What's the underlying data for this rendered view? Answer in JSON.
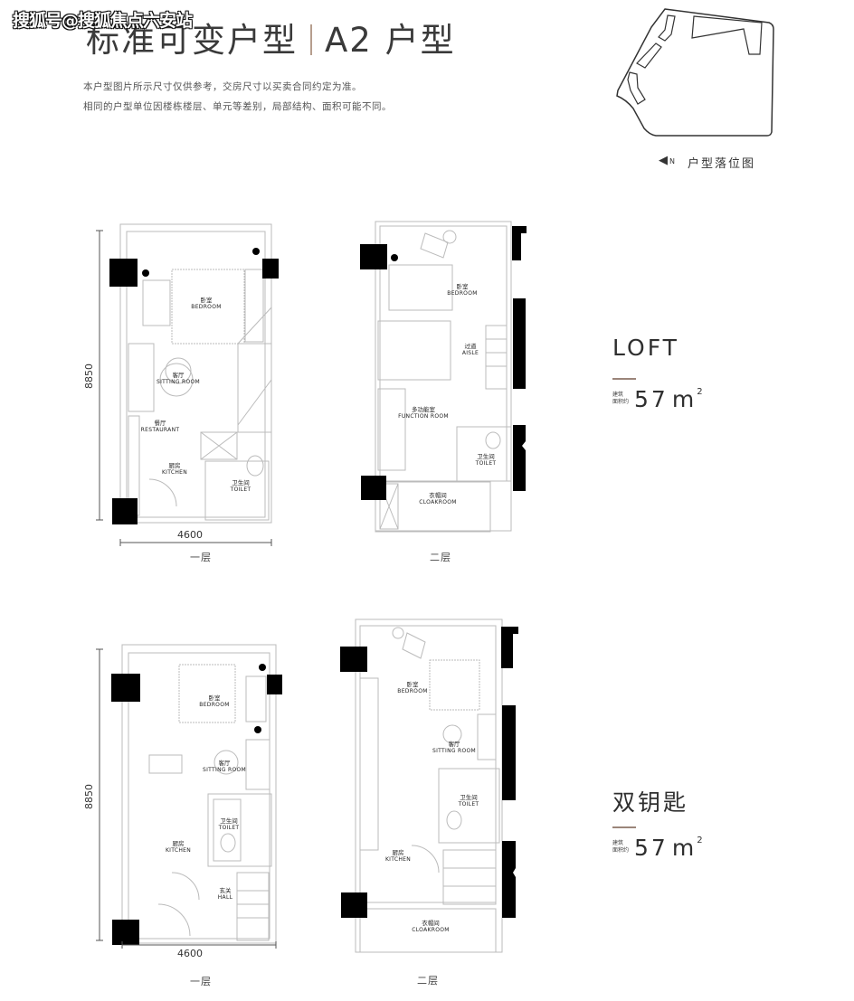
{
  "watermark": "搜狐号@搜狐焦点六安站",
  "header": {
    "title_left": "标准可变户型",
    "title_right": "A2 户型",
    "notes": [
      "本户型图片所示尺寸仅供参考，交房尺寸以买卖合同约定为准。",
      "相同的户型单位因楼栋楼层、单元等差别，局部结构、面积可能不同。"
    ]
  },
  "site_plan": {
    "north_label": "N",
    "caption": "户型落位图",
    "icon": "north-arrow-icon"
  },
  "layouts": [
    {
      "name": "LOFT",
      "area_label": [
        "建筑",
        "面积约"
      ],
      "area_value": "57",
      "area_unit": "m",
      "area_sup": "2",
      "floors": [
        {
          "label": "一层",
          "width_dim": "4600",
          "depth_dim": "8850",
          "rooms": [
            {
              "zh": "卧室",
              "en": "BEDROOM"
            },
            {
              "zh": "客厅",
              "en": "SITTING ROOM"
            },
            {
              "zh": "餐厅",
              "en": "RESTAURANT"
            },
            {
              "zh": "厨房",
              "en": "KITCHEN"
            },
            {
              "zh": "卫生间",
              "en": "TOILET"
            }
          ]
        },
        {
          "label": "二层",
          "rooms": [
            {
              "zh": "卧室",
              "en": "BEDROOM"
            },
            {
              "zh": "过道",
              "en": "AISLE"
            },
            {
              "zh": "多功能室",
              "en": "FUNCTION ROOM"
            },
            {
              "zh": "卫生间",
              "en": "TOILET"
            },
            {
              "zh": "衣帽间",
              "en": "CLOAKROOM"
            }
          ]
        }
      ]
    },
    {
      "name": "双钥匙",
      "area_label": [
        "建筑",
        "面积约"
      ],
      "area_value": "57",
      "area_unit": "m",
      "area_sup": "2",
      "floors": [
        {
          "label": "一层",
          "width_dim": "4600",
          "depth_dim": "8850",
          "rooms": [
            {
              "zh": "卧室",
              "en": "BEDROOM"
            },
            {
              "zh": "客厅",
              "en": "SITTING ROOM"
            },
            {
              "zh": "卫生间",
              "en": "TOILET"
            },
            {
              "zh": "厨房",
              "en": "KITCHEN"
            },
            {
              "zh": "玄关",
              "en": "HALL"
            }
          ]
        },
        {
          "label": "二层",
          "rooms": [
            {
              "zh": "卧室",
              "en": "BEDROOM"
            },
            {
              "zh": "客厅",
              "en": "SITTING ROOM"
            },
            {
              "zh": "卫生间",
              "en": "TOILET"
            },
            {
              "zh": "厨房",
              "en": "KITCHEN"
            },
            {
              "zh": "衣帽间",
              "en": "CLOAKROOM"
            }
          ]
        }
      ]
    }
  ],
  "colors": {
    "accent": "#9b857a",
    "wall": "#000000",
    "line": "#b5b5b5",
    "text": "#333333"
  }
}
